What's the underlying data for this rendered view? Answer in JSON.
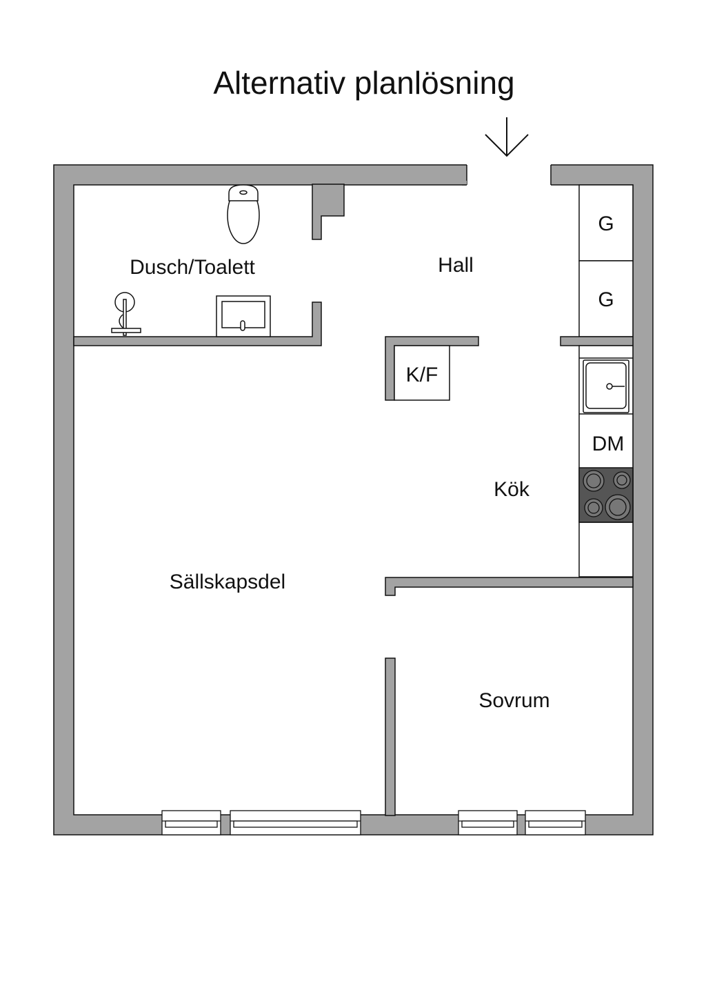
{
  "title": "Alternativ planlösning",
  "rooms": {
    "bathroom": "Dusch/Toalett",
    "hall": "Hall",
    "kitchen": "Kök",
    "living": "Sällskapsdel",
    "bedroom": "Sovrum"
  },
  "fixtures": {
    "wardrobe_1": "G",
    "wardrobe_2": "G",
    "fridge_freezer": "K/F",
    "dishwasher": "DM"
  },
  "colors": {
    "wall": "#a3a3a3",
    "stove": "#555555",
    "line": "#111111"
  }
}
